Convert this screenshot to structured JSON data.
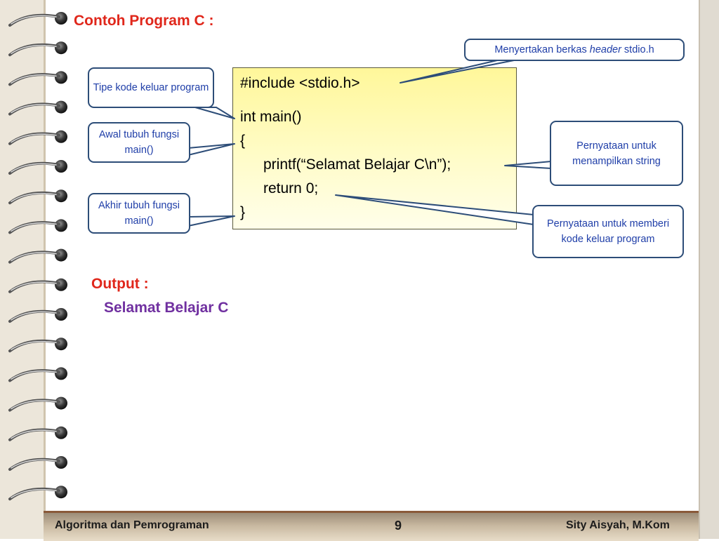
{
  "slide": {
    "title": "Contoh Program C :",
    "code_lines": [
      "#include <stdio.h>",
      "int main()",
      "{",
      "printf(“Selamat Belajar C\\n”);",
      "return 0;",
      "}"
    ],
    "callouts": {
      "include_pre": "Menyertakan berkas ",
      "include_em": "header",
      "include_post": " stdio.h",
      "return_type": "Tipe kode keluar program",
      "body_start": "Awal tubuh fungsi main()",
      "body_end": "Akhir tubuh fungsi main()",
      "printf_stmt": "Pernyataan untuk menampilkan string",
      "return_stmt": "Pernyataan untuk memberi kode keluar program"
    },
    "output_label": "Output :",
    "output_value": "Selamat Belajar C"
  },
  "footer": {
    "course": "Algoritma dan Pemrograman",
    "page_number": "9",
    "author": "Sity Aisyah, M.Kom"
  },
  "colors": {
    "title_red": "#e0271b",
    "output_purple": "#7030a0",
    "callout_text": "#1f3ea8",
    "callout_border": "#2d4d78"
  }
}
